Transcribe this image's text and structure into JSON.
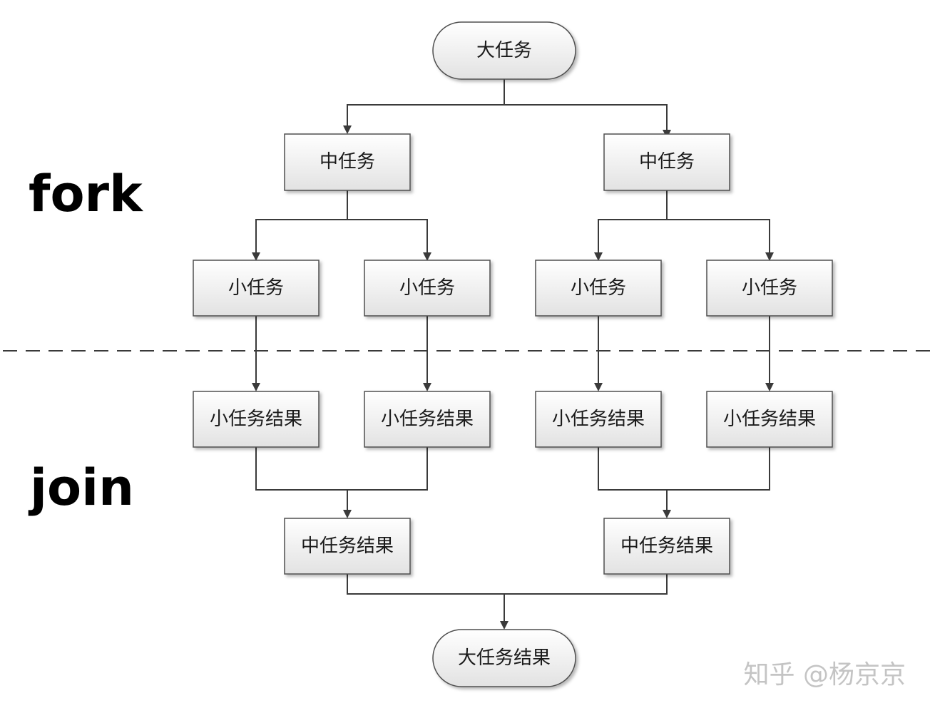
{
  "phases": {
    "fork": "fork",
    "join": "join"
  },
  "nodes": {
    "big_task": "大任务",
    "mid_task_left": "中任务",
    "mid_task_right": "中任务",
    "small_task_1": "小任务",
    "small_task_2": "小任务",
    "small_task_3": "小任务",
    "small_task_4": "小任务",
    "small_result_1": "小任务结果",
    "small_result_2": "小任务结果",
    "small_result_3": "小任务结果",
    "small_result_4": "小任务结果",
    "mid_result_left": "中任务结果",
    "mid_result_right": "中任务结果",
    "big_result": "大任务结果"
  },
  "watermark": "知乎 @杨京京",
  "colors": {
    "box_fill_top": "#ffffff",
    "box_fill_bottom": "#e2e2e2",
    "box_border": "#505050",
    "edge": "#3a3a3a",
    "text": "#1a1a1a",
    "watermark": "#c4c4c4"
  }
}
